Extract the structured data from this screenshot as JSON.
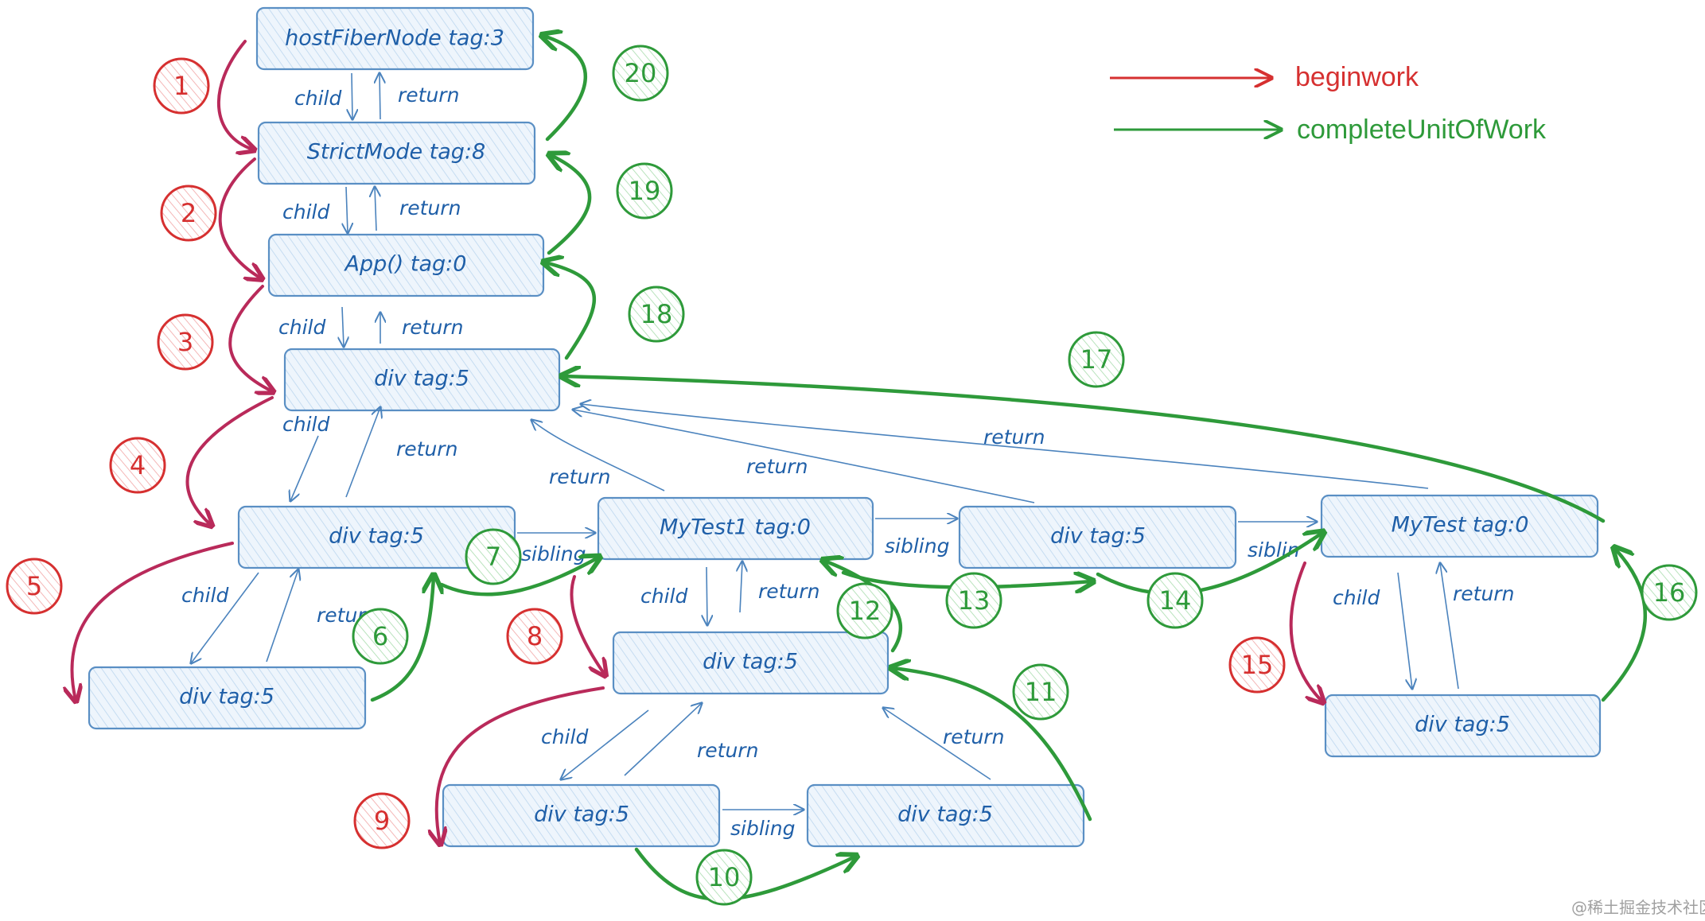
{
  "legend": {
    "begin_label": "beginwork",
    "complete_label": "completeUnitOfWork",
    "begin_color": "#d63030",
    "complete_color": "#2e9a3a"
  },
  "nodes": {
    "host": "hostFiberNode tag:3",
    "strict": "StrictMode tag:8",
    "app": "App() tag:0",
    "div_root": "div tag:5",
    "div_a": "div tag:5",
    "mytest1": "MyTest1 tag:0",
    "div_b": "div tag:5",
    "mytest": "MyTest tag:0",
    "div_a_child": "div tag:5",
    "div_m1": "div tag:5",
    "div_m1_c1": "div tag:5",
    "div_m1_c2": "div tag:5",
    "div_mt_child": "div tag:5"
  },
  "edge_labels": {
    "child": "child",
    "return": "return",
    "sibling": "sibling",
    "sibling_partial": "siblin"
  },
  "steps": [
    "1",
    "2",
    "3",
    "4",
    "5",
    "6",
    "7",
    "8",
    "9",
    "10",
    "11",
    "12",
    "13",
    "14",
    "15",
    "16",
    "17",
    "18",
    "19",
    "20"
  ],
  "watermark": "@稀土掘金技术社区"
}
